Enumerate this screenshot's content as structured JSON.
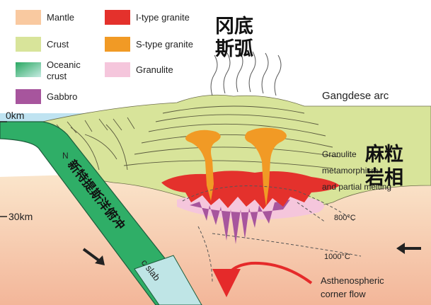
{
  "legend": [
    {
      "label": "Mantle",
      "color": "#f9c9a0"
    },
    {
      "label": "Crust",
      "color": "#d8e49a"
    },
    {
      "label": "Oceanic crust",
      "lines": [
        "Oceanic",
        "crust"
      ],
      "color": "#2fae67"
    },
    {
      "label": "Gabbro",
      "color": "#a7559d"
    },
    {
      "label": "I-type granite",
      "color": "#e4312c"
    },
    {
      "label": "S-type granite",
      "color": "#f19a25"
    },
    {
      "label": "Granulite",
      "color": "#f5c6dc"
    }
  ],
  "labels": {
    "gangdese_arc_cn_line1": "冈底",
    "gangdese_arc_cn_line2": "斯弧",
    "gangdese_arc": "Gangdese arc",
    "granulite_facies_cn_line1": "麻粒",
    "granulite_facies_cn_line2": "岩相",
    "granulite_note_line1": "Granulite",
    "granulite_note_line2": "metamorphism",
    "granulite_note_line3": "and partial melting",
    "depth_0": "0km",
    "depth_30": "30km",
    "iso_800": "800°C",
    "iso_1000": "1000°C",
    "neotethys_cn": "新特提斯洋俯冲",
    "slab_fragment": "c slab",
    "slab_n": "N",
    "flow_line1": "Asthenospheric",
    "flow_line2": "corner flow"
  },
  "colors": {
    "sea": "#bfe3f1",
    "sky": "#ffffff",
    "crust": "#d8e49a",
    "mantle_top": "#fbe7c8",
    "mantle_bottom": "#f4b89a",
    "slab": "#2fae67",
    "slab_lower": "#bfe5e6",
    "slab_edge": "#1d5d3c",
    "granite_i": "#e4312c",
    "granite_s": "#f19a25",
    "gabbro": "#a7559d",
    "granulite": "#f5c6dc",
    "flow_arrow": "#e52a2a"
  }
}
